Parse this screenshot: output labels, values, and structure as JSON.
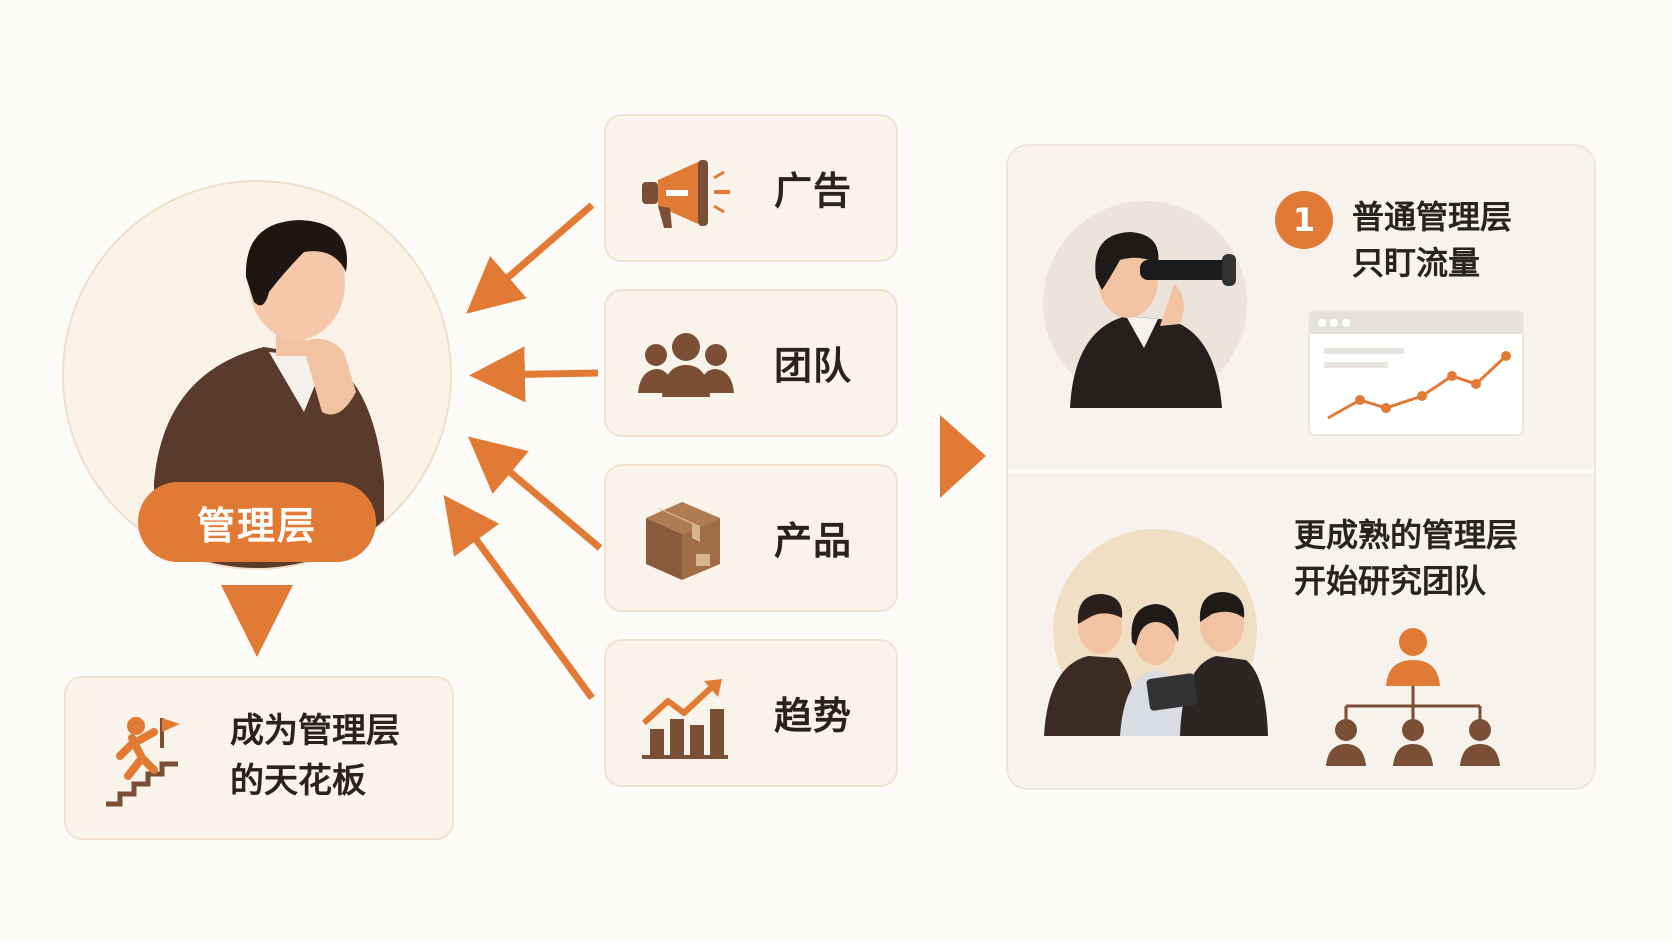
{
  "management": {
    "label": "管理层",
    "ceiling_line1": "成为管理层",
    "ceiling_line2": "的天花板"
  },
  "categories": [
    {
      "label": "广告",
      "icon": "megaphone-icon"
    },
    {
      "label": "团队",
      "icon": "people-group-icon"
    },
    {
      "label": "产品",
      "icon": "package-box-icon"
    },
    {
      "label": "趋势",
      "icon": "trend-chart-icon"
    }
  ],
  "levels": {
    "ordinary": {
      "badge": "1",
      "line1": "普通管理层",
      "line2": "只盯流量",
      "illustration": "binoculars-person-icon",
      "chart_icon": "traffic-line-chart-icon"
    },
    "mature": {
      "line1": "更成熟的管理层",
      "line2": "开始研究团队",
      "illustration": "team-discussion-icon",
      "org_icon": "org-chart-icon"
    }
  },
  "colors": {
    "accent": "#e17a34",
    "brown": "#7a4f35",
    "card_bg": "#faf3ea",
    "page_bg": "#fdfbf8"
  }
}
